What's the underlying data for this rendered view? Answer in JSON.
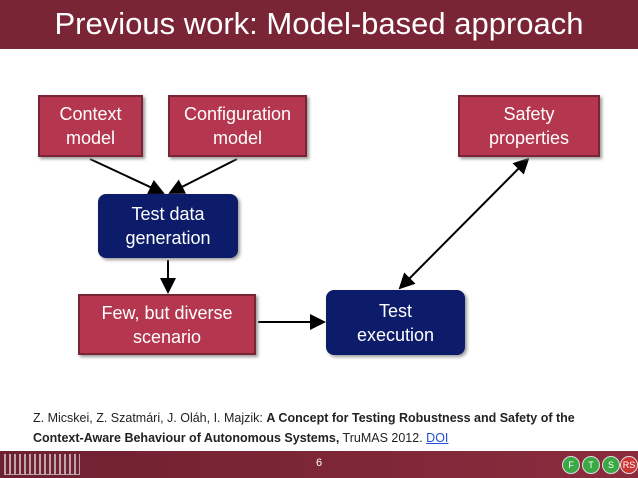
{
  "title": "Previous work: Model-based approach",
  "diagram": {
    "context_model": "Context\nmodel",
    "configuration_model": "Configuration\nmodel",
    "safety_properties": "Safety\nproperties",
    "test_data_generation": "Test data\ngeneration",
    "scenario": "Few, but diverse\nscenario",
    "test_execution": "Test\nexecution"
  },
  "reference": {
    "authors": "Z. Micskei, Z. Szatmári, J. Oláh, I. Majzik: ",
    "title": "A Concept for Testing Robustness and Safety of the Context-Aware Behaviour of Autonomous Systems,",
    "venue": " TruMAS 2012. ",
    "link": "DOI"
  },
  "footer": {
    "page": "6",
    "logo_letters": [
      "F",
      "T",
      "S",
      "RS"
    ]
  },
  "colors": {
    "header": "#7a2536",
    "box_red": "#b5374f",
    "box_navy": "#0c1c6b"
  }
}
